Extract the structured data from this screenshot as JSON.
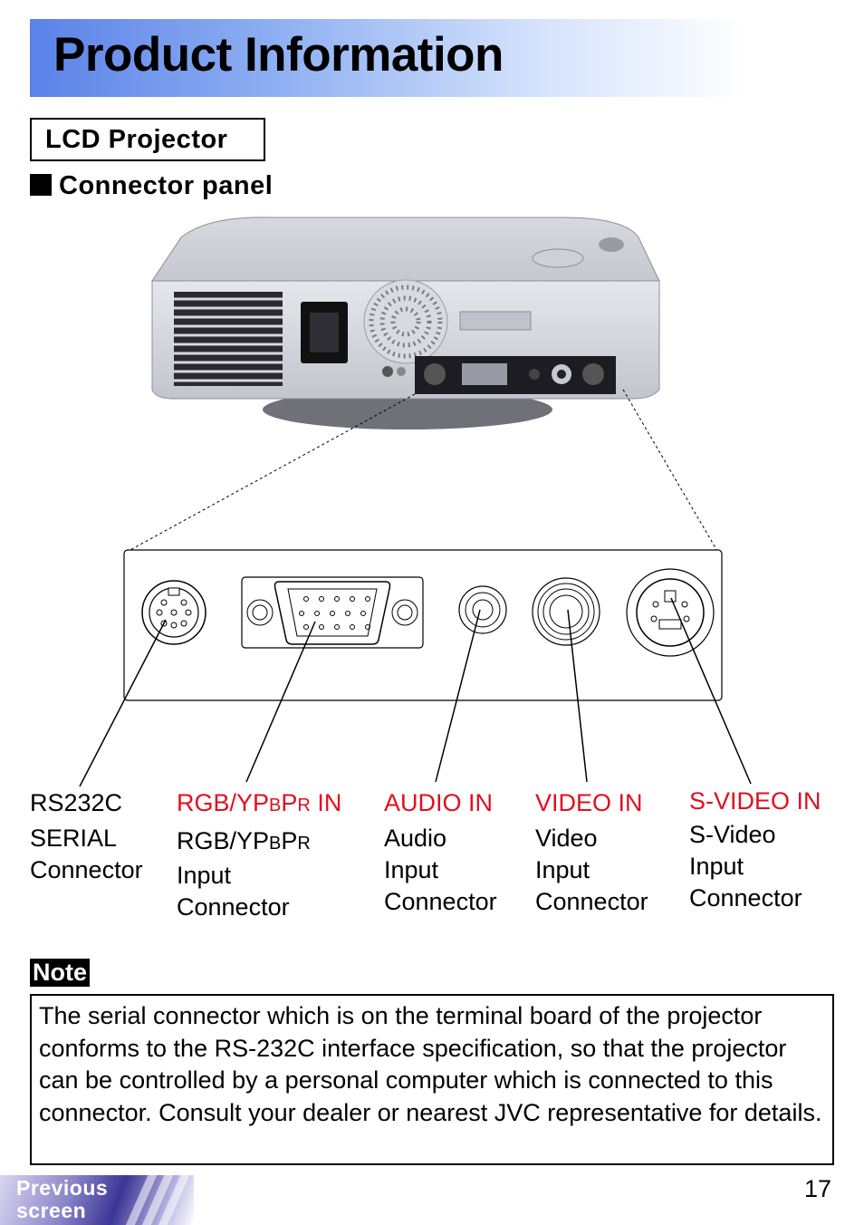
{
  "header": {
    "title": "Product Information"
  },
  "product": {
    "label": "LCD Projector"
  },
  "section": {
    "heading": "Connector panel"
  },
  "connectors": [
    {
      "id": "rs232c",
      "name": "RS232C",
      "desc": [
        "SERIAL",
        "Connector"
      ]
    },
    {
      "id": "rgb",
      "name_parts": [
        "RGB/YP",
        "B",
        "P",
        "R",
        " IN"
      ],
      "desc_parts": [
        "RGB/YP",
        "B",
        "P",
        "R"
      ],
      "desc": [
        "Input",
        "Connector"
      ]
    },
    {
      "id": "audio",
      "name": "AUDIO IN",
      "desc": [
        "Audio",
        "Input",
        "Connector"
      ]
    },
    {
      "id": "video",
      "name": "VIDEO IN",
      "desc": [
        "Video",
        "Input",
        "Connector"
      ]
    },
    {
      "id": "svideo",
      "name": "S-VIDEO IN",
      "desc": [
        "S-Video",
        "Input",
        "Connector"
      ]
    }
  ],
  "note": {
    "tag": "Note",
    "text": "The serial connector which is on the terminal board of the projector conforms to the RS-232C interface specification, so that the projector can be controlled by a personal computer which is connected to this connector. Consult your dealer or nearest JVC representative for details."
  },
  "nav": {
    "previous_line1": "Previous",
    "previous_line2": "screen"
  },
  "page": {
    "number": "17"
  },
  "colors": {
    "accent_red": "#e0101e",
    "banner_blue": "#5b82e8"
  },
  "icons": [
    "projector-illustration",
    "mini-din-connector-icon",
    "d-sub-connector-icon",
    "audio-jack-icon",
    "rca-jack-icon",
    "s-video-connector-icon"
  ]
}
